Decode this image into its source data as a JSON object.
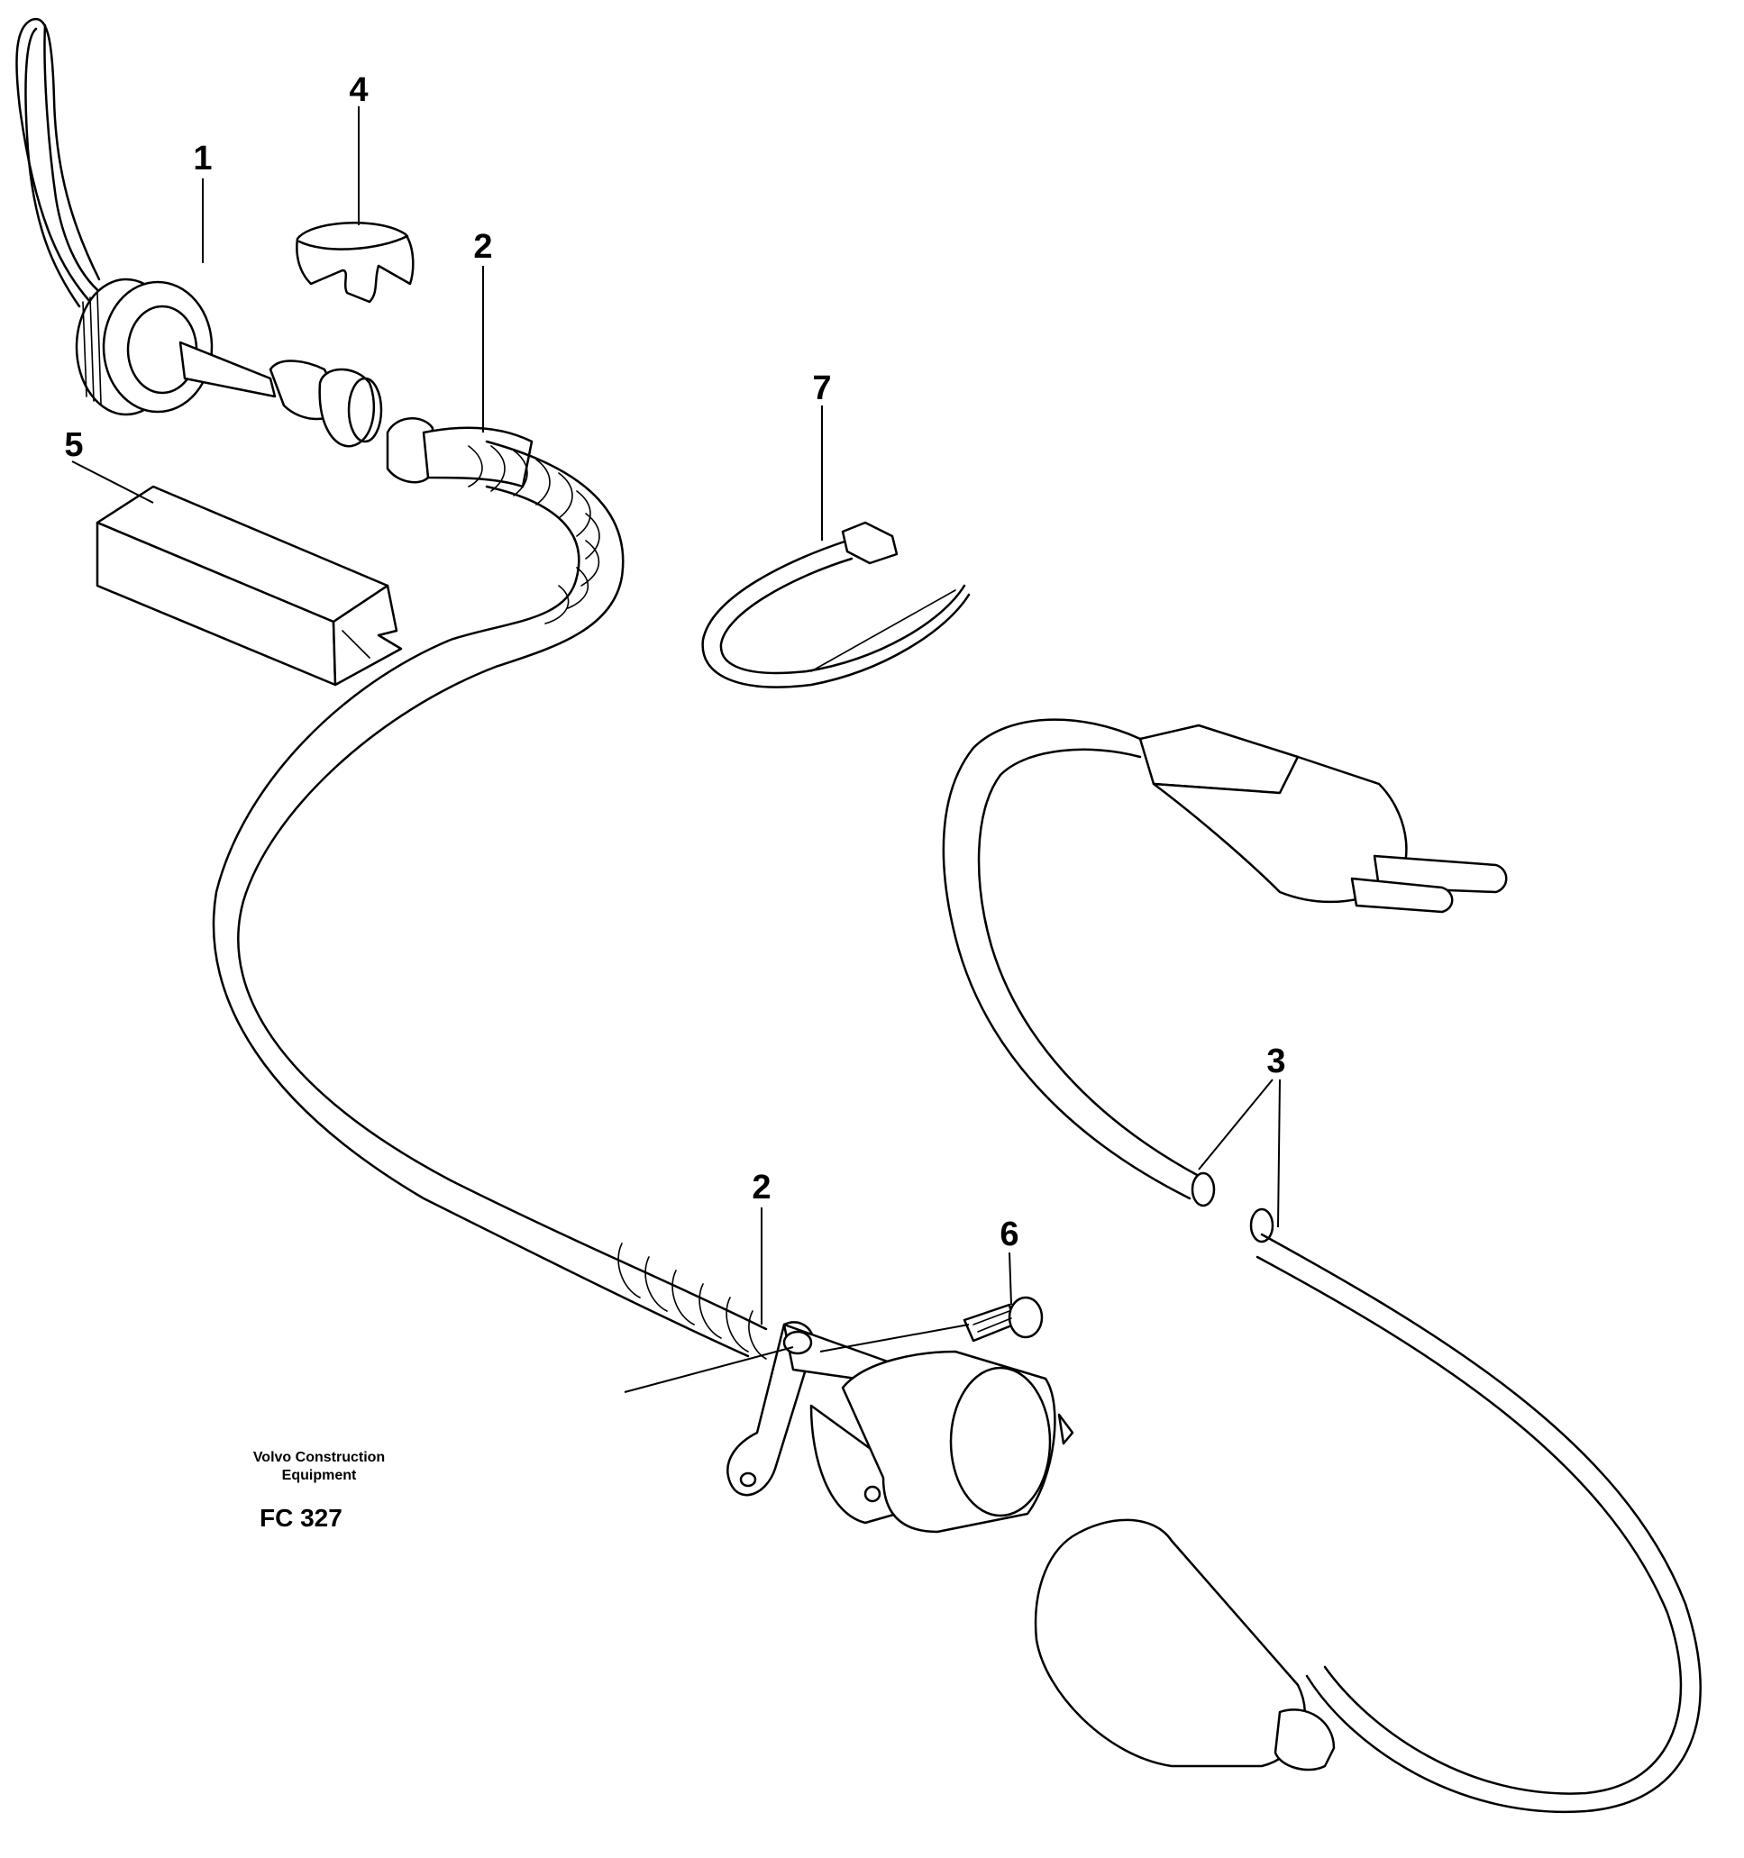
{
  "diagram": {
    "callouts": {
      "part_1": "1",
      "part_2_top": "2",
      "part_2_bottom": "2",
      "part_3": "3",
      "part_4": "4",
      "part_5": "5",
      "part_6": "6",
      "part_7": "7"
    },
    "footer": {
      "brand_line_1": "Volvo Construction",
      "brand_line_2": "Equipment",
      "figure_code": "FC 327"
    },
    "colors": {
      "line": "#000000",
      "background": "#ffffff"
    }
  }
}
